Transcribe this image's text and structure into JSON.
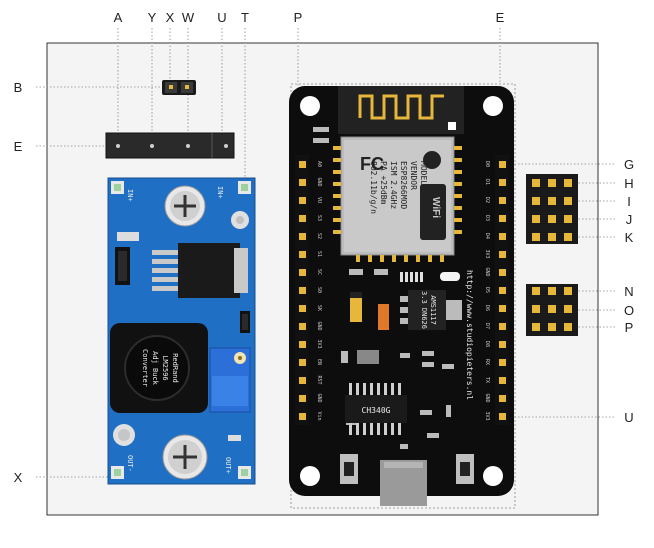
{
  "top_labels": [
    "A",
    "Y",
    "X",
    "W",
    "U",
    "T",
    "P",
    "E"
  ],
  "left_labels": [
    "B",
    "E",
    "X"
  ],
  "right_labels": [
    "G",
    "H",
    "I",
    "J",
    "K",
    "N",
    "O",
    "P",
    "U"
  ],
  "buck_converter": {
    "pin_in_plus_left": "IN+",
    "pin_in_plus_right": "IN+",
    "pin_out_minus": "OUT-",
    "pin_out_plus": "OUT+",
    "inductor_text": [
      "RedRand",
      "LM2596",
      "Adj Buck",
      "Converter"
    ]
  },
  "nodemcu": {
    "module_vendor": "VENDOR",
    "module_model": "MODEL",
    "module_name": "ESP8266MOD",
    "module_ism": "ISM 2.4GHz",
    "module_pa": "PA +25dBm",
    "module_std": "802.11b/g/n",
    "wifi_logo": "WiFi",
    "fcc_logo": "FC",
    "regulator": "AMS1117",
    "regulator_sub": "3.3 DN626",
    "usb_chip": "CH340G",
    "url": "http://www.studiopieters.nl",
    "left_pins": [
      "A0",
      "GND",
      "VU",
      "S3",
      "S2",
      "S1",
      "SC",
      "S0",
      "SK",
      "GND",
      "3V3",
      "EN",
      "RST",
      "GND",
      "Vin"
    ],
    "right_pins": [
      "D0",
      "D1",
      "D2",
      "D3",
      "D4",
      "3V3",
      "GND",
      "D5",
      "D6",
      "D7",
      "D8",
      "RX",
      "TX",
      "GND",
      "3V3"
    ]
  },
  "colors": {
    "blue_pcb": "#1f6fc4",
    "black_pcb": "#0d0d0d",
    "gold": "#e6b73a",
    "panel": "#f4f4f4"
  }
}
